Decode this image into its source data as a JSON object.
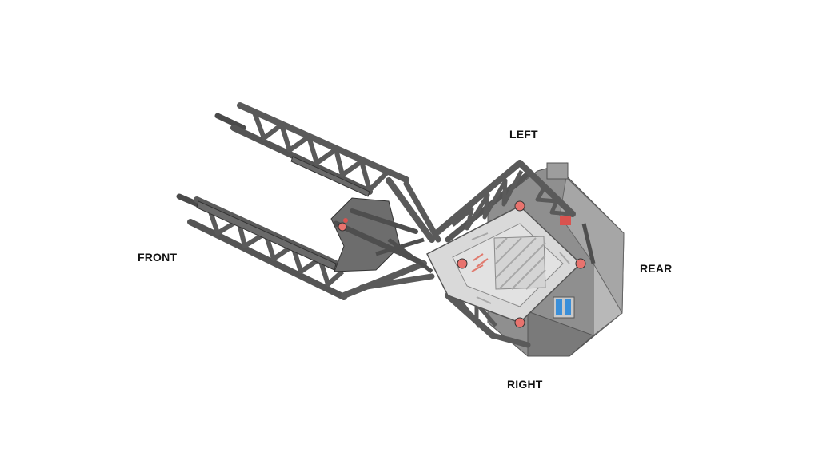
{
  "labels": {
    "front": "FRONT",
    "left": "LEFT",
    "rear": "REAR",
    "right": "RIGHT"
  },
  "colors": {
    "truss": "#5a5a5a",
    "truss_dark": "#3c3c3c",
    "plate": "#d9d9d9",
    "plate_line": "#a8a8a8",
    "housing": "#9a9a9a",
    "housing_dark": "#7d7d7d",
    "joint": "#e8736e",
    "accent_blue": "#3a8fd9",
    "accent_red": "#d9534f"
  },
  "icons": {
    "model": "gimbal-truss-assembly-top-view"
  }
}
